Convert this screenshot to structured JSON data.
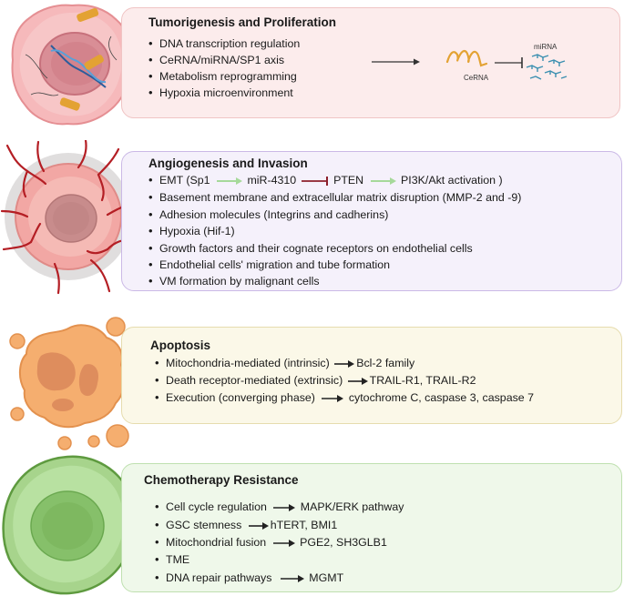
{
  "sections": [
    {
      "title": "Tumorigenesis and Proliferation",
      "items": [
        "DNA transcription regulation",
        "CeRNA/miRNA/SP1 axis",
        "Metabolism reprogramming",
        "Hypoxia microenvironment"
      ],
      "diagram": {
        "left_label": "CeRNA",
        "right_label": "miRNA"
      }
    },
    {
      "title": "Angiogenesis and Invasion",
      "emt": {
        "open": "EMT (Sp1",
        "mir": "miR-4310",
        "pten": "PTEN",
        "close": "PI3K/Akt activation )"
      },
      "items": [
        "Basement membrane and extracellular matrix disruption (MMP-2 and -9)",
        "Adhesion molecules (Integrins and cadherins)",
        "Hypoxia (Hif-1)",
        "Growth factors and their cognate receptors on endothelial cells",
        "Endothelial cells' migration and tube formation",
        "VM formation by malignant cells"
      ]
    },
    {
      "title": "Apoptosis",
      "items": [
        {
          "label": "Mitochondria-mediated (intrinsic)",
          "target": "Bcl-2 family"
        },
        {
          "label": "Death receptor-mediated (extrinsic)",
          "target": "TRAIL-R1, TRAIL-R2"
        },
        {
          "label": "Execution (converging phase)",
          "target": "cytochrome C, caspase 3, caspase 7"
        }
      ]
    },
    {
      "title": "Chemotherapy Resistance",
      "items": [
        {
          "label": "Cell cycle regulation",
          "target": "MAPK/ERK pathway"
        },
        {
          "label": "GSC stemness",
          "target": "hTERT, BMI1"
        },
        {
          "label": "Mitochondrial fusion",
          "target": "PGE2, SH3GLB1"
        },
        {
          "label": "TME",
          "target": ""
        },
        {
          "label": "DNA repair pathways",
          "target": "MGMT"
        }
      ]
    }
  ]
}
